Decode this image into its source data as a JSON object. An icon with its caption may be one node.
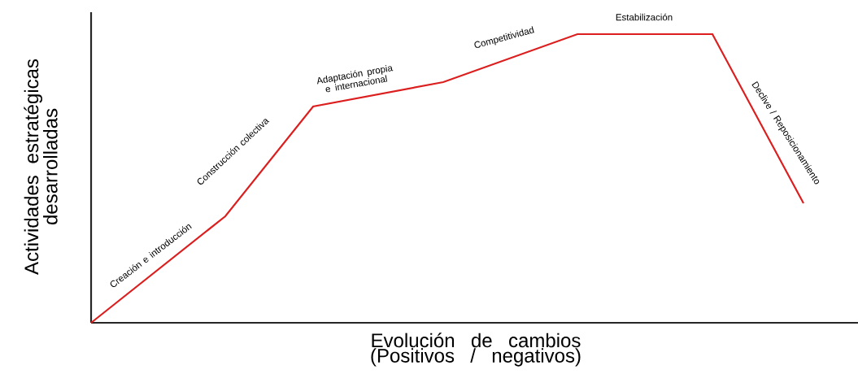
{
  "diagram": {
    "labels": [
      "Actividades estratégicas desarrolladas",
      "Creación e introducción",
      "Construcción colectiva",
      "Adaptación propia e internacional",
      "Competitividad",
      "Estabilización",
      "Declive / Reposicionamiento",
      "Evolución de cambios (Positivos / negativos)"
    ]
  }
}
